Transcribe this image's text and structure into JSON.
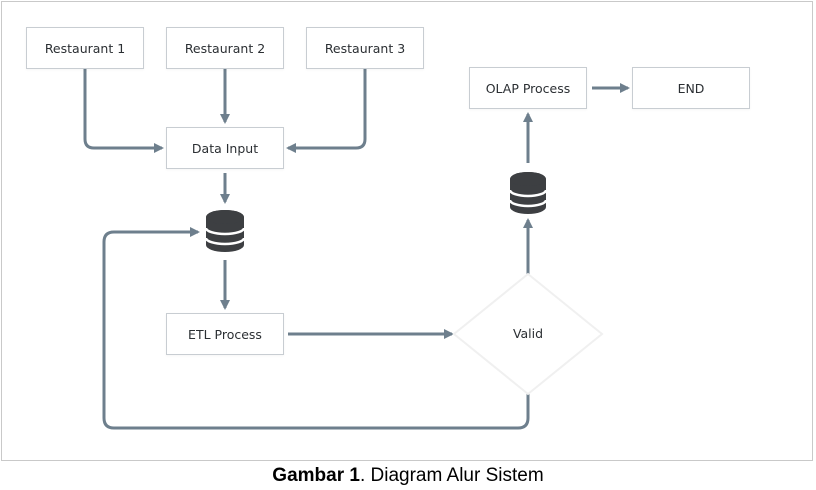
{
  "diagram": {
    "nodes": {
      "restaurant1": "Restaurant 1",
      "restaurant2": "Restaurant 2",
      "restaurant3": "Restaurant 3",
      "data_input": "Data Input",
      "etl_process": "ETL Process",
      "valid": "Valid",
      "olap_process": "OLAP Process",
      "end": "END"
    },
    "colors": {
      "arrow": "#6e7f8d",
      "database": "#3d3f42",
      "box_border": "#c8cdd2"
    }
  },
  "caption": {
    "label": "Gambar 1",
    "text": ". Diagram Alur Sistem"
  }
}
